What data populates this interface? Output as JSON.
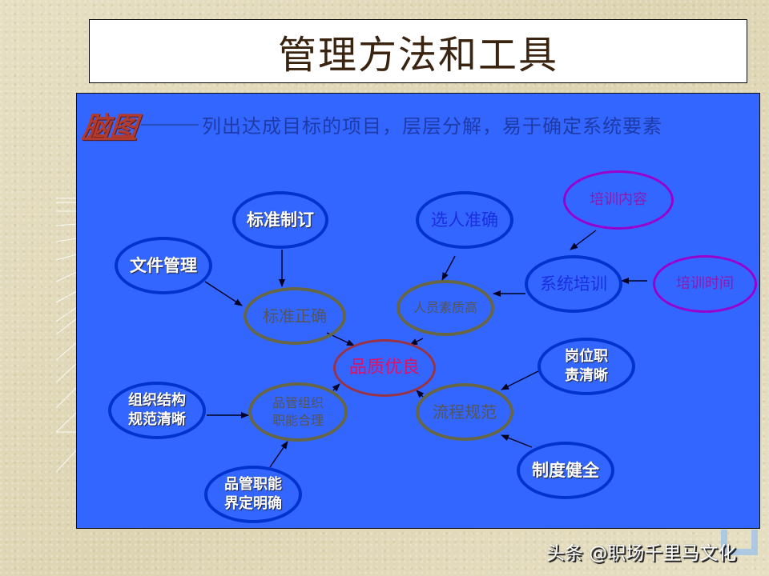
{
  "slide": {
    "title": "管理方法和工具",
    "panel_color": "#3366ff"
  },
  "subtitle": {
    "label": "脑图",
    "description": "列出达成目标的项目，层层分解，易于确定系统要素"
  },
  "nodes": {
    "biaozhun_zhiding": "标准制订",
    "wenjian_guanli": "文件管理",
    "biaozhun_zhengque": "标准正确",
    "xuanren_zhunque": "选人准确",
    "peixun_neirong": "培训内容",
    "renyuan_suzhi": "人员素质高",
    "xitong_peixun": "系统培训",
    "peixun_shijian": "培训时间",
    "pinzhi_youliang": "品质优良",
    "zuzhi_jiegou": "组织结构\n规范清晰",
    "pinguan_zuzhi": "品管组织\n职能合理",
    "liucheng_guifan": "流程规范",
    "gangwei_zhize": "岗位职\n责清晰",
    "zhidu_jianquan": "制度健全",
    "pinguan_zhineng": "品管职能\n界定明确"
  },
  "colors": {
    "outer_border": "#0033cc",
    "mid_border": "#666644",
    "center_border": "#993344",
    "center_text": "#dd1166",
    "purple_border": "#9900cc",
    "subtitle_label": "#b03a2e",
    "subtitle_text": "#1e3ba8"
  },
  "edges": [
    {
      "from": "标准制订",
      "to": "标准正确"
    },
    {
      "from": "文件管理",
      "to": "标准正确"
    },
    {
      "from": "标准正确",
      "to": "品质优良"
    },
    {
      "from": "选人准确",
      "to": "人员素质高"
    },
    {
      "from": "培训内容",
      "to": "系统培训"
    },
    {
      "from": "培训时间",
      "to": "系统培训"
    },
    {
      "from": "系统培训",
      "to": "人员素质高"
    },
    {
      "from": "人员素质高",
      "to": "品质优良"
    },
    {
      "from": "组织结构规范清晰",
      "to": "品管组织职能合理"
    },
    {
      "from": "品管职能界定明确",
      "to": "品管组织职能合理"
    },
    {
      "from": "品管组织职能合理",
      "to": "品质优良"
    },
    {
      "from": "岗位职责清晰",
      "to": "流程规范"
    },
    {
      "from": "制度健全",
      "to": "流程规范"
    },
    {
      "from": "流程规范",
      "to": "品质优良"
    }
  ],
  "watermark": "头条 @职场千里马文化"
}
